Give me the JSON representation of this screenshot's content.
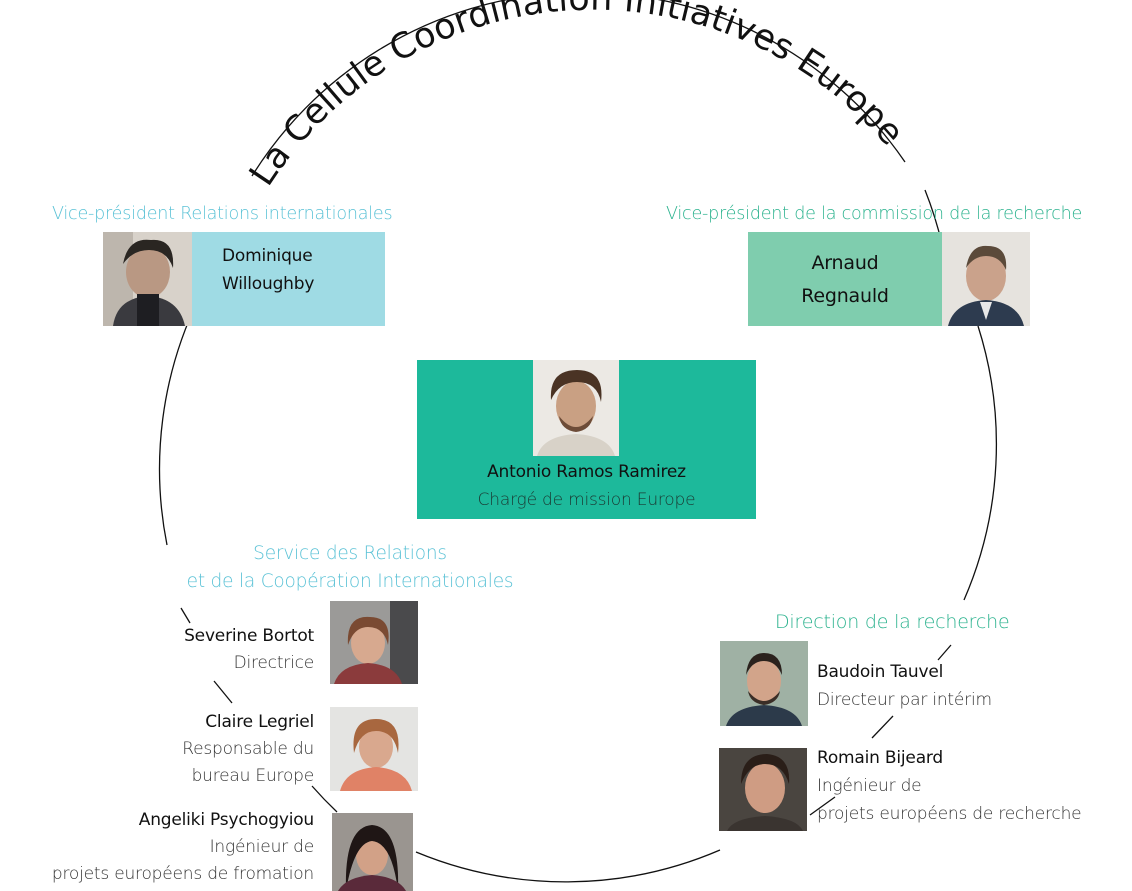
{
  "title": "La Cellule Coordination Initiatives Europe",
  "colors": {
    "blue_label": "#5bc2d6",
    "green_label": "#2db38f",
    "box_light_blue": "#9fdbe4",
    "box_mint": "#7fcdae",
    "box_teal": "#1db99b",
    "circle": "#111111"
  },
  "vp_international": {
    "role": "Vice-président Relations internationales",
    "name_line1": "Dominique",
    "name_line2": "Willoughby"
  },
  "vp_research": {
    "role": "Vice-président de la commission de la recherche",
    "name_line1": "Arnaud",
    "name_line2": "Regnauld"
  },
  "center": {
    "name": "Antonio Ramos Ramirez",
    "role": "Chargé de mission Europe"
  },
  "sric": {
    "label_line1": "Service des Relations",
    "label_line2": "et de la Coopération Internationales",
    "people": [
      {
        "name": "Severine Bortot",
        "role_lines": [
          "Directrice"
        ]
      },
      {
        "name": "Claire Legriel",
        "role_lines": [
          "Responsable du",
          "bureau Europe"
        ]
      },
      {
        "name": "Angeliki Psychogyiou",
        "role_lines": [
          "Ingénieur de",
          "projets européens de fromation"
        ]
      }
    ]
  },
  "research_direction": {
    "label": "Direction de la recherche",
    "people": [
      {
        "name": "Baudoin Tauvel",
        "role_lines": [
          "Directeur par intérim"
        ]
      },
      {
        "name": "Romain Bijeard",
        "role_lines": [
          "Ingénieur de",
          "projets européens de recherche"
        ]
      }
    ]
  },
  "icons": [
    "person-photo"
  ]
}
